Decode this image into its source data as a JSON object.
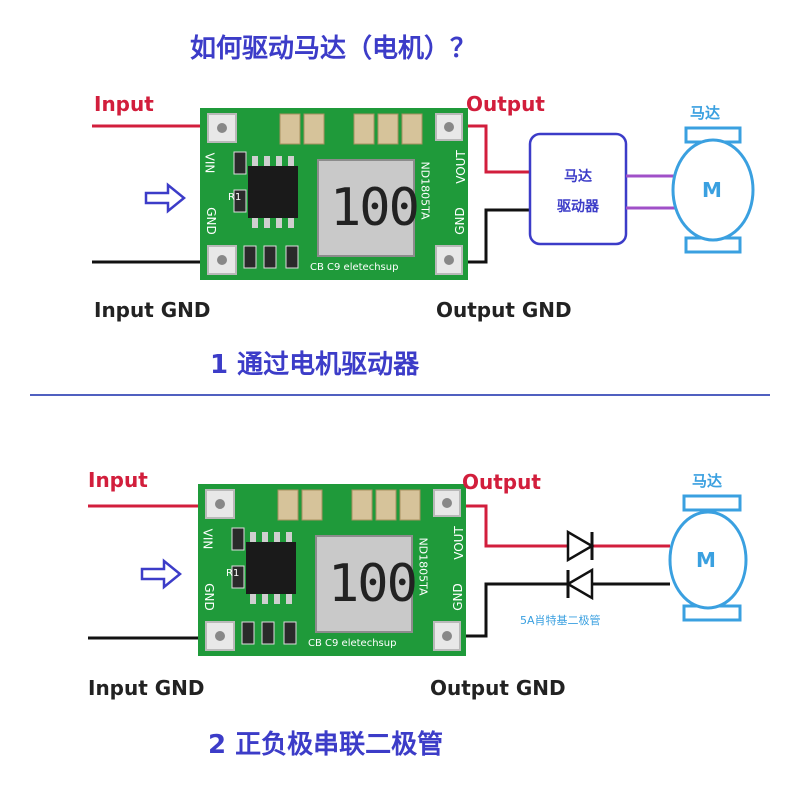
{
  "page_title": "如何驱动马达（电机）？",
  "section1": {
    "caption": "1 通过电机驱动器",
    "input_label": "Input",
    "output_label": "Output",
    "input_gnd_label": "Input GND",
    "output_gnd_label": "Output GND",
    "motor_label": "马达",
    "motor_symbol": "M",
    "driver_line1": "马达",
    "driver_line2": "驱动器"
  },
  "section2": {
    "caption": "2 正负极串联二极管",
    "input_label": "Input",
    "output_label": "Output",
    "input_gnd_label": "Input GND",
    "output_gnd_label": "Output GND",
    "motor_label": "马达",
    "motor_symbol": "M",
    "diode_label": "5A肖特基二极管"
  },
  "board": {
    "display_text": "100",
    "vin_label": "VIN",
    "gnd_label": "GND",
    "vout_label": "VOUT",
    "model_label": "ND1805TA",
    "r1_label": "R1",
    "silk_label": "CB C9  eletechsup"
  },
  "colors": {
    "title_blue": "#3c3cc8",
    "wire_red": "#d21e3c",
    "wire_purple": "#a050c8",
    "motor_blue": "#3aa0e0",
    "pcb_green": "#1f9a3a",
    "divider": "#5060c0"
  }
}
